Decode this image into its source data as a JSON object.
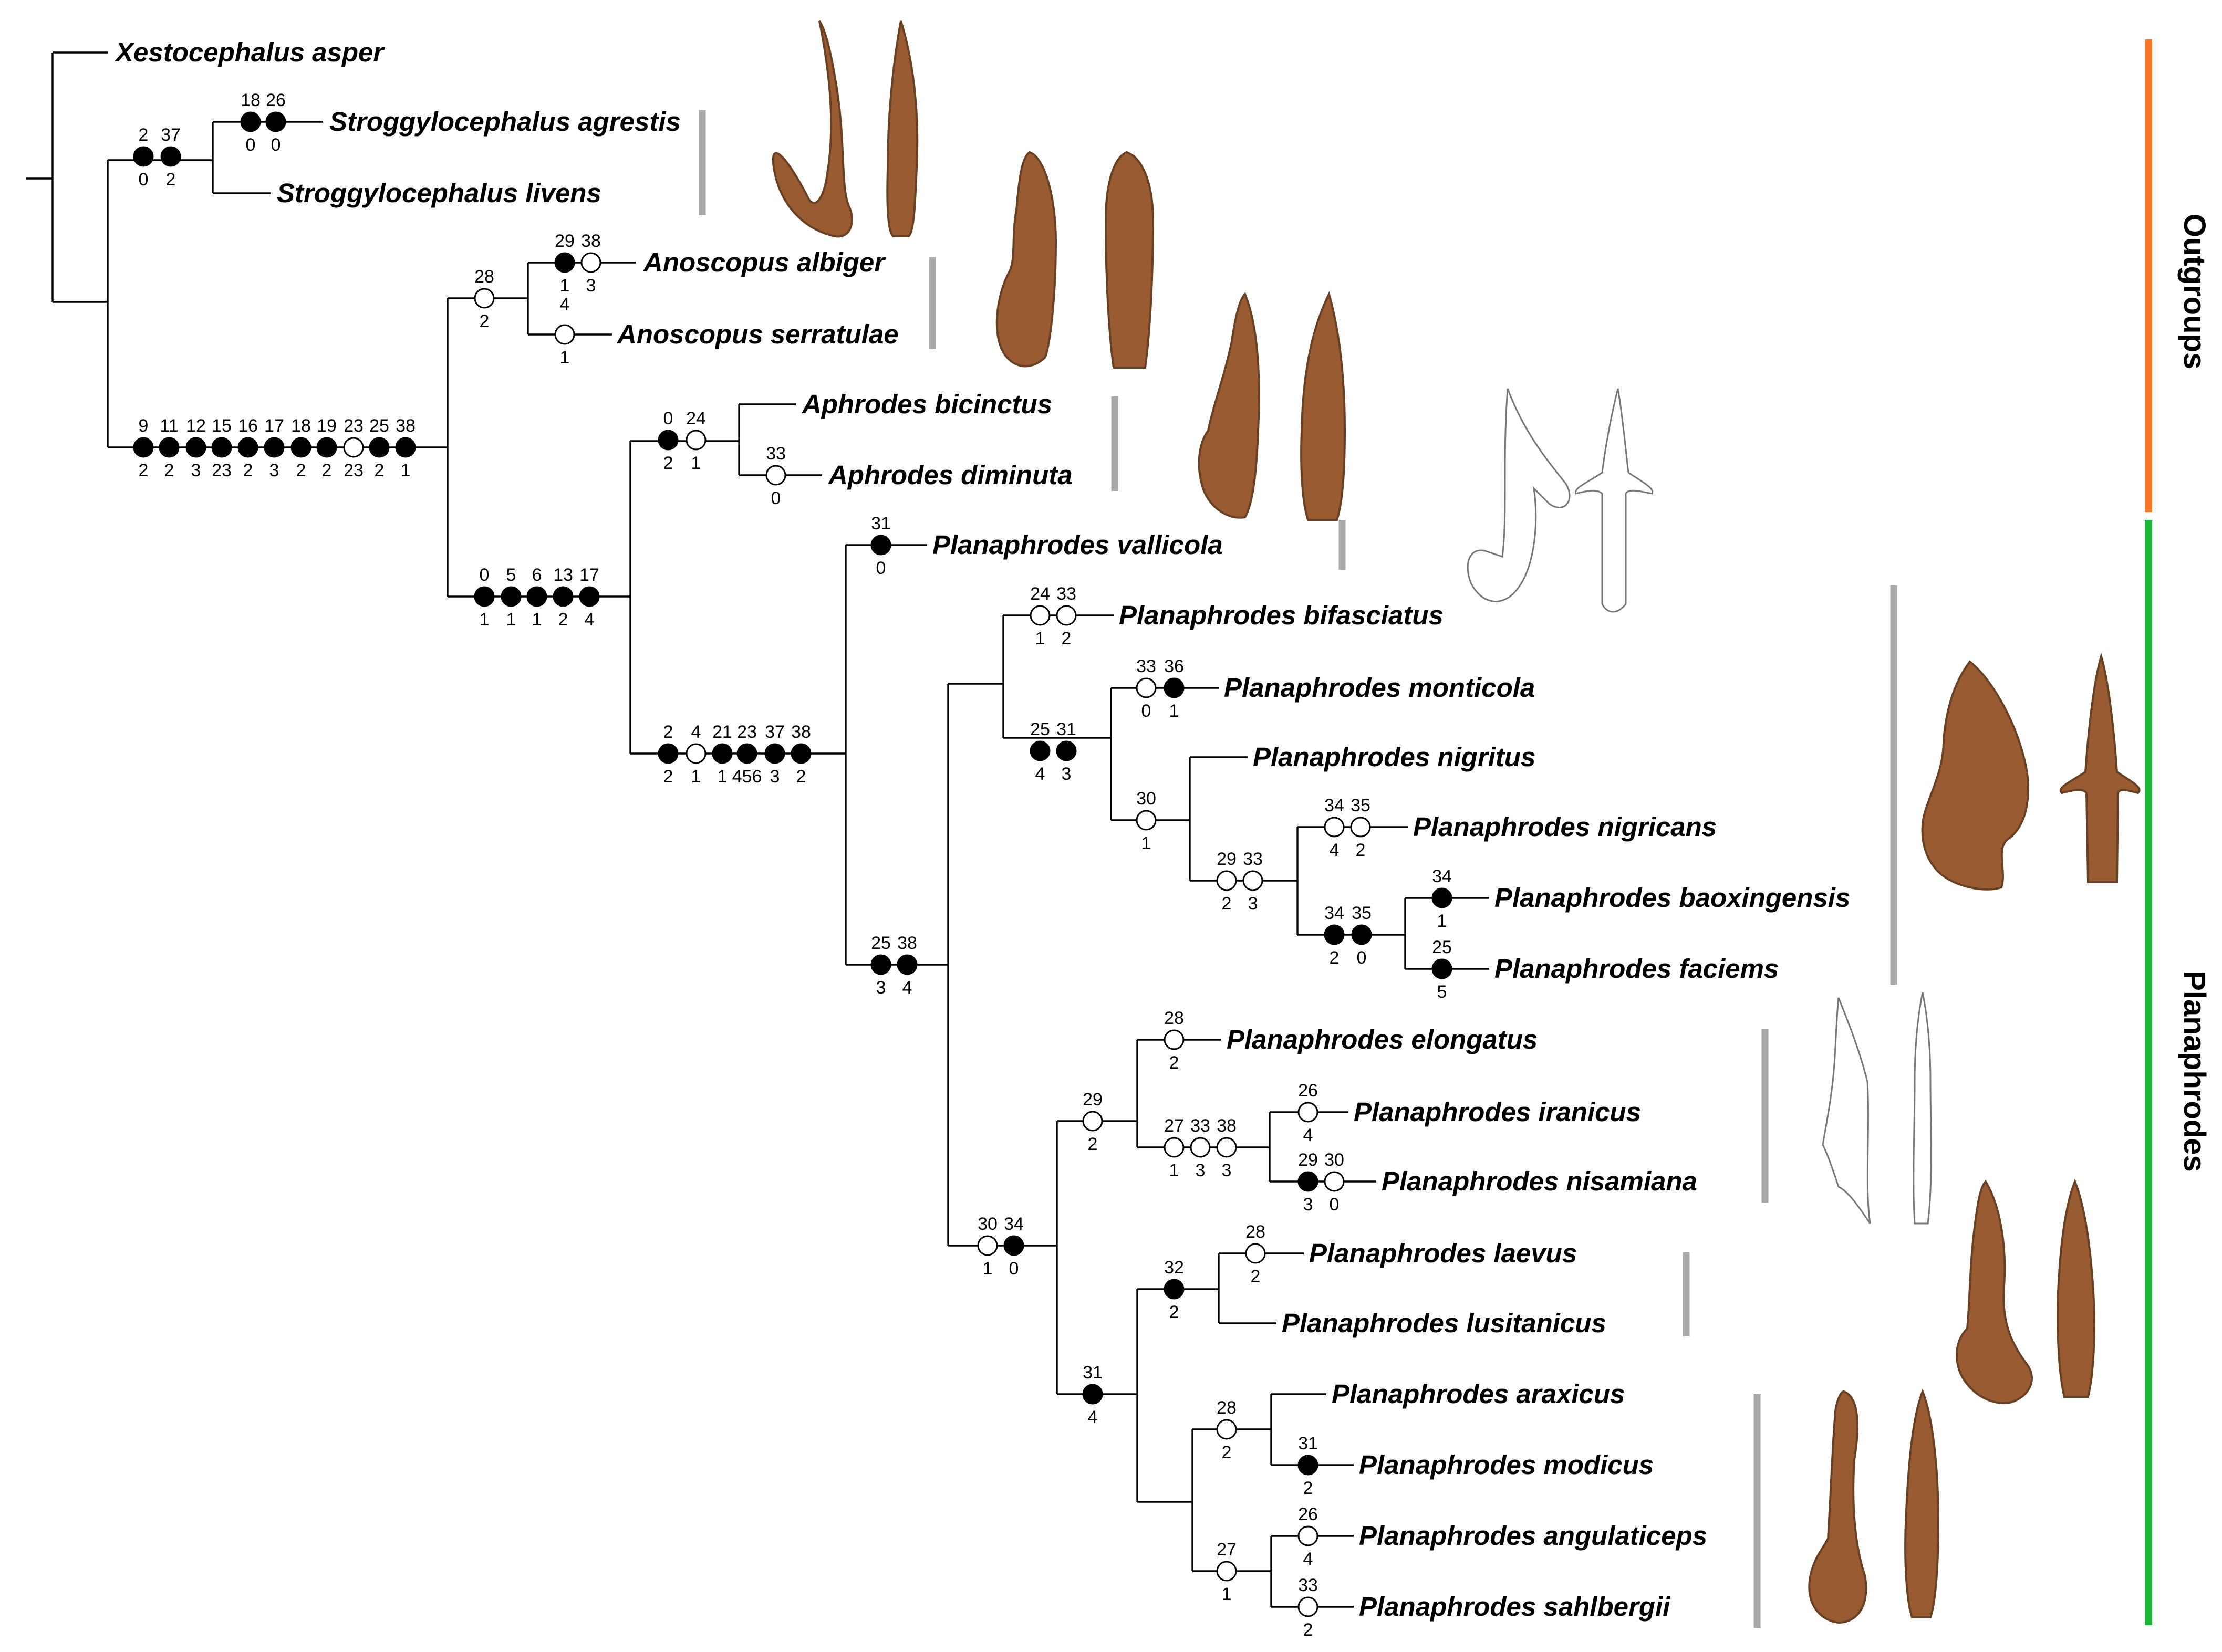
{
  "colors": {
    "outgroups": "#f77728",
    "ingroup": "#1db53a",
    "clade_bar": "#a8a8a8",
    "apomorphy_fill": "#000000",
    "homoplasy_fill": "#ffffff",
    "specimen": "#8e4a1c"
  },
  "groups": [
    {
      "label": "Outgroups"
    },
    {
      "label": "Planaphrodes"
    }
  ],
  "taxa": [
    {
      "name": "Xestocephalus asper"
    },
    {
      "name": "Stroggylocephalus agrestis"
    },
    {
      "name": "Stroggylocephalus livens"
    },
    {
      "name": "Anoscopus albiger"
    },
    {
      "name": "Anoscopus serratulae"
    },
    {
      "name": "Aphrodes bicinctus"
    },
    {
      "name": "Aphrodes diminuta"
    },
    {
      "name": "Planaphrodes vallicola"
    },
    {
      "name": "Planaphrodes bifasciatus"
    },
    {
      "name": "Planaphrodes monticola"
    },
    {
      "name": "Planaphrodes nigritus"
    },
    {
      "name": "Planaphrodes nigricans"
    },
    {
      "name": "Planaphrodes baoxingensis"
    },
    {
      "name": "Planaphrodes faciems"
    },
    {
      "name": "Planaphrodes elongatus"
    },
    {
      "name": "Planaphrodes iranicus"
    },
    {
      "name": "Planaphrodes nisamiana"
    },
    {
      "name": "Planaphrodes laevus"
    },
    {
      "name": "Planaphrodes lusitanicus"
    },
    {
      "name": "Planaphrodes araxicus"
    },
    {
      "name": "Planaphrodes modicus"
    },
    {
      "name": "Planaphrodes angulaticeps"
    },
    {
      "name": "Planaphrodes sahlbergii"
    }
  ],
  "character_marks": [
    {
      "char": "2",
      "state": "0",
      "filled": true
    },
    {
      "char": "37",
      "state": "2",
      "filled": true
    },
    {
      "char": "18",
      "state": "0",
      "filled": true
    },
    {
      "char": "26",
      "state": "0",
      "filled": true
    },
    {
      "char": "9",
      "state": "2",
      "filled": true
    },
    {
      "char": "11",
      "state": "2",
      "filled": true
    },
    {
      "char": "12",
      "state": "3",
      "filled": true
    },
    {
      "char": "15",
      "state": "23",
      "filled": true
    },
    {
      "char": "16",
      "state": "2",
      "filled": true
    },
    {
      "char": "17",
      "state": "3",
      "filled": true
    },
    {
      "char": "18",
      "state": "2",
      "filled": true
    },
    {
      "char": "19",
      "state": "2",
      "filled": true
    },
    {
      "char": "23",
      "state": "23",
      "filled": false
    },
    {
      "char": "25",
      "state": "2",
      "filled": true
    },
    {
      "char": "38",
      "state": "1",
      "filled": true
    },
    {
      "char": "28",
      "state": "2",
      "filled": false
    },
    {
      "char": "29",
      "state": "1\n4",
      "filled": true
    },
    {
      "char": "38",
      "state": "3",
      "filled": false
    },
    {
      "char": "",
      "state": "1",
      "filled": false
    },
    {
      "char": "0",
      "state": "1",
      "filled": true
    },
    {
      "char": "5",
      "state": "1",
      "filled": true
    },
    {
      "char": "6",
      "state": "1",
      "filled": true
    },
    {
      "char": "13",
      "state": "2",
      "filled": true
    },
    {
      "char": "17",
      "state": "4",
      "filled": true
    },
    {
      "char": "0",
      "state": "2",
      "filled": true
    },
    {
      "char": "24",
      "state": "1",
      "filled": false
    },
    {
      "char": "33",
      "state": "0",
      "filled": false
    },
    {
      "char": "2",
      "state": "2",
      "filled": true
    },
    {
      "char": "4",
      "state": "1",
      "filled": false
    },
    {
      "char": "21",
      "state": "1",
      "filled": true
    },
    {
      "char": "23",
      "state": "456",
      "filled": true
    },
    {
      "char": "37",
      "state": "3",
      "filled": true
    },
    {
      "char": "38",
      "state": "2",
      "filled": true
    },
    {
      "char": "31",
      "state": "0",
      "filled": true
    },
    {
      "char": "25",
      "state": "3",
      "filled": true
    },
    {
      "char": "38",
      "state": "4",
      "filled": true
    },
    {
      "char": "24",
      "state": "1",
      "filled": false
    },
    {
      "char": "33",
      "state": "2",
      "filled": false
    },
    {
      "char": "25",
      "state": "4",
      "filled": true
    },
    {
      "char": "31",
      "state": "3",
      "filled": true
    },
    {
      "char": "33",
      "state": "0",
      "filled": false
    },
    {
      "char": "36",
      "state": "1",
      "filled": true
    },
    {
      "char": "30",
      "state": "1",
      "filled": false
    },
    {
      "char": "29",
      "state": "2",
      "filled": false
    },
    {
      "char": "33",
      "state": "3",
      "filled": false
    },
    {
      "char": "34",
      "state": "4",
      "filled": false
    },
    {
      "char": "35",
      "state": "2",
      "filled": false
    },
    {
      "char": "34",
      "state": "2",
      "filled": true
    },
    {
      "char": "35",
      "state": "0",
      "filled": true
    },
    {
      "char": "34",
      "state": "1",
      "filled": true
    },
    {
      "char": "25",
      "state": "5",
      "filled": true
    },
    {
      "char": "30",
      "state": "1",
      "filled": false
    },
    {
      "char": "34",
      "state": "0",
      "filled": true
    },
    {
      "char": "29",
      "state": "2",
      "filled": false
    },
    {
      "char": "28",
      "state": "2",
      "filled": false
    },
    {
      "char": "27",
      "state": "1",
      "filled": false
    },
    {
      "char": "33",
      "state": "3",
      "filled": false
    },
    {
      "char": "38",
      "state": "3",
      "filled": false
    },
    {
      "char": "26",
      "state": "4",
      "filled": false
    },
    {
      "char": "29",
      "state": "3",
      "filled": true
    },
    {
      "char": "30",
      "state": "0",
      "filled": false
    },
    {
      "char": "32",
      "state": "2",
      "filled": true
    },
    {
      "char": "28",
      "state": "2",
      "filled": false
    },
    {
      "char": "31",
      "state": "4",
      "filled": true
    },
    {
      "char": "28",
      "state": "2",
      "filled": false
    },
    {
      "char": "31",
      "state": "2",
      "filled": true
    },
    {
      "char": "27",
      "state": "1",
      "filled": false
    },
    {
      "char": "26",
      "state": "4",
      "filled": false
    },
    {
      "char": "33",
      "state": "2",
      "filled": false
    }
  ]
}
